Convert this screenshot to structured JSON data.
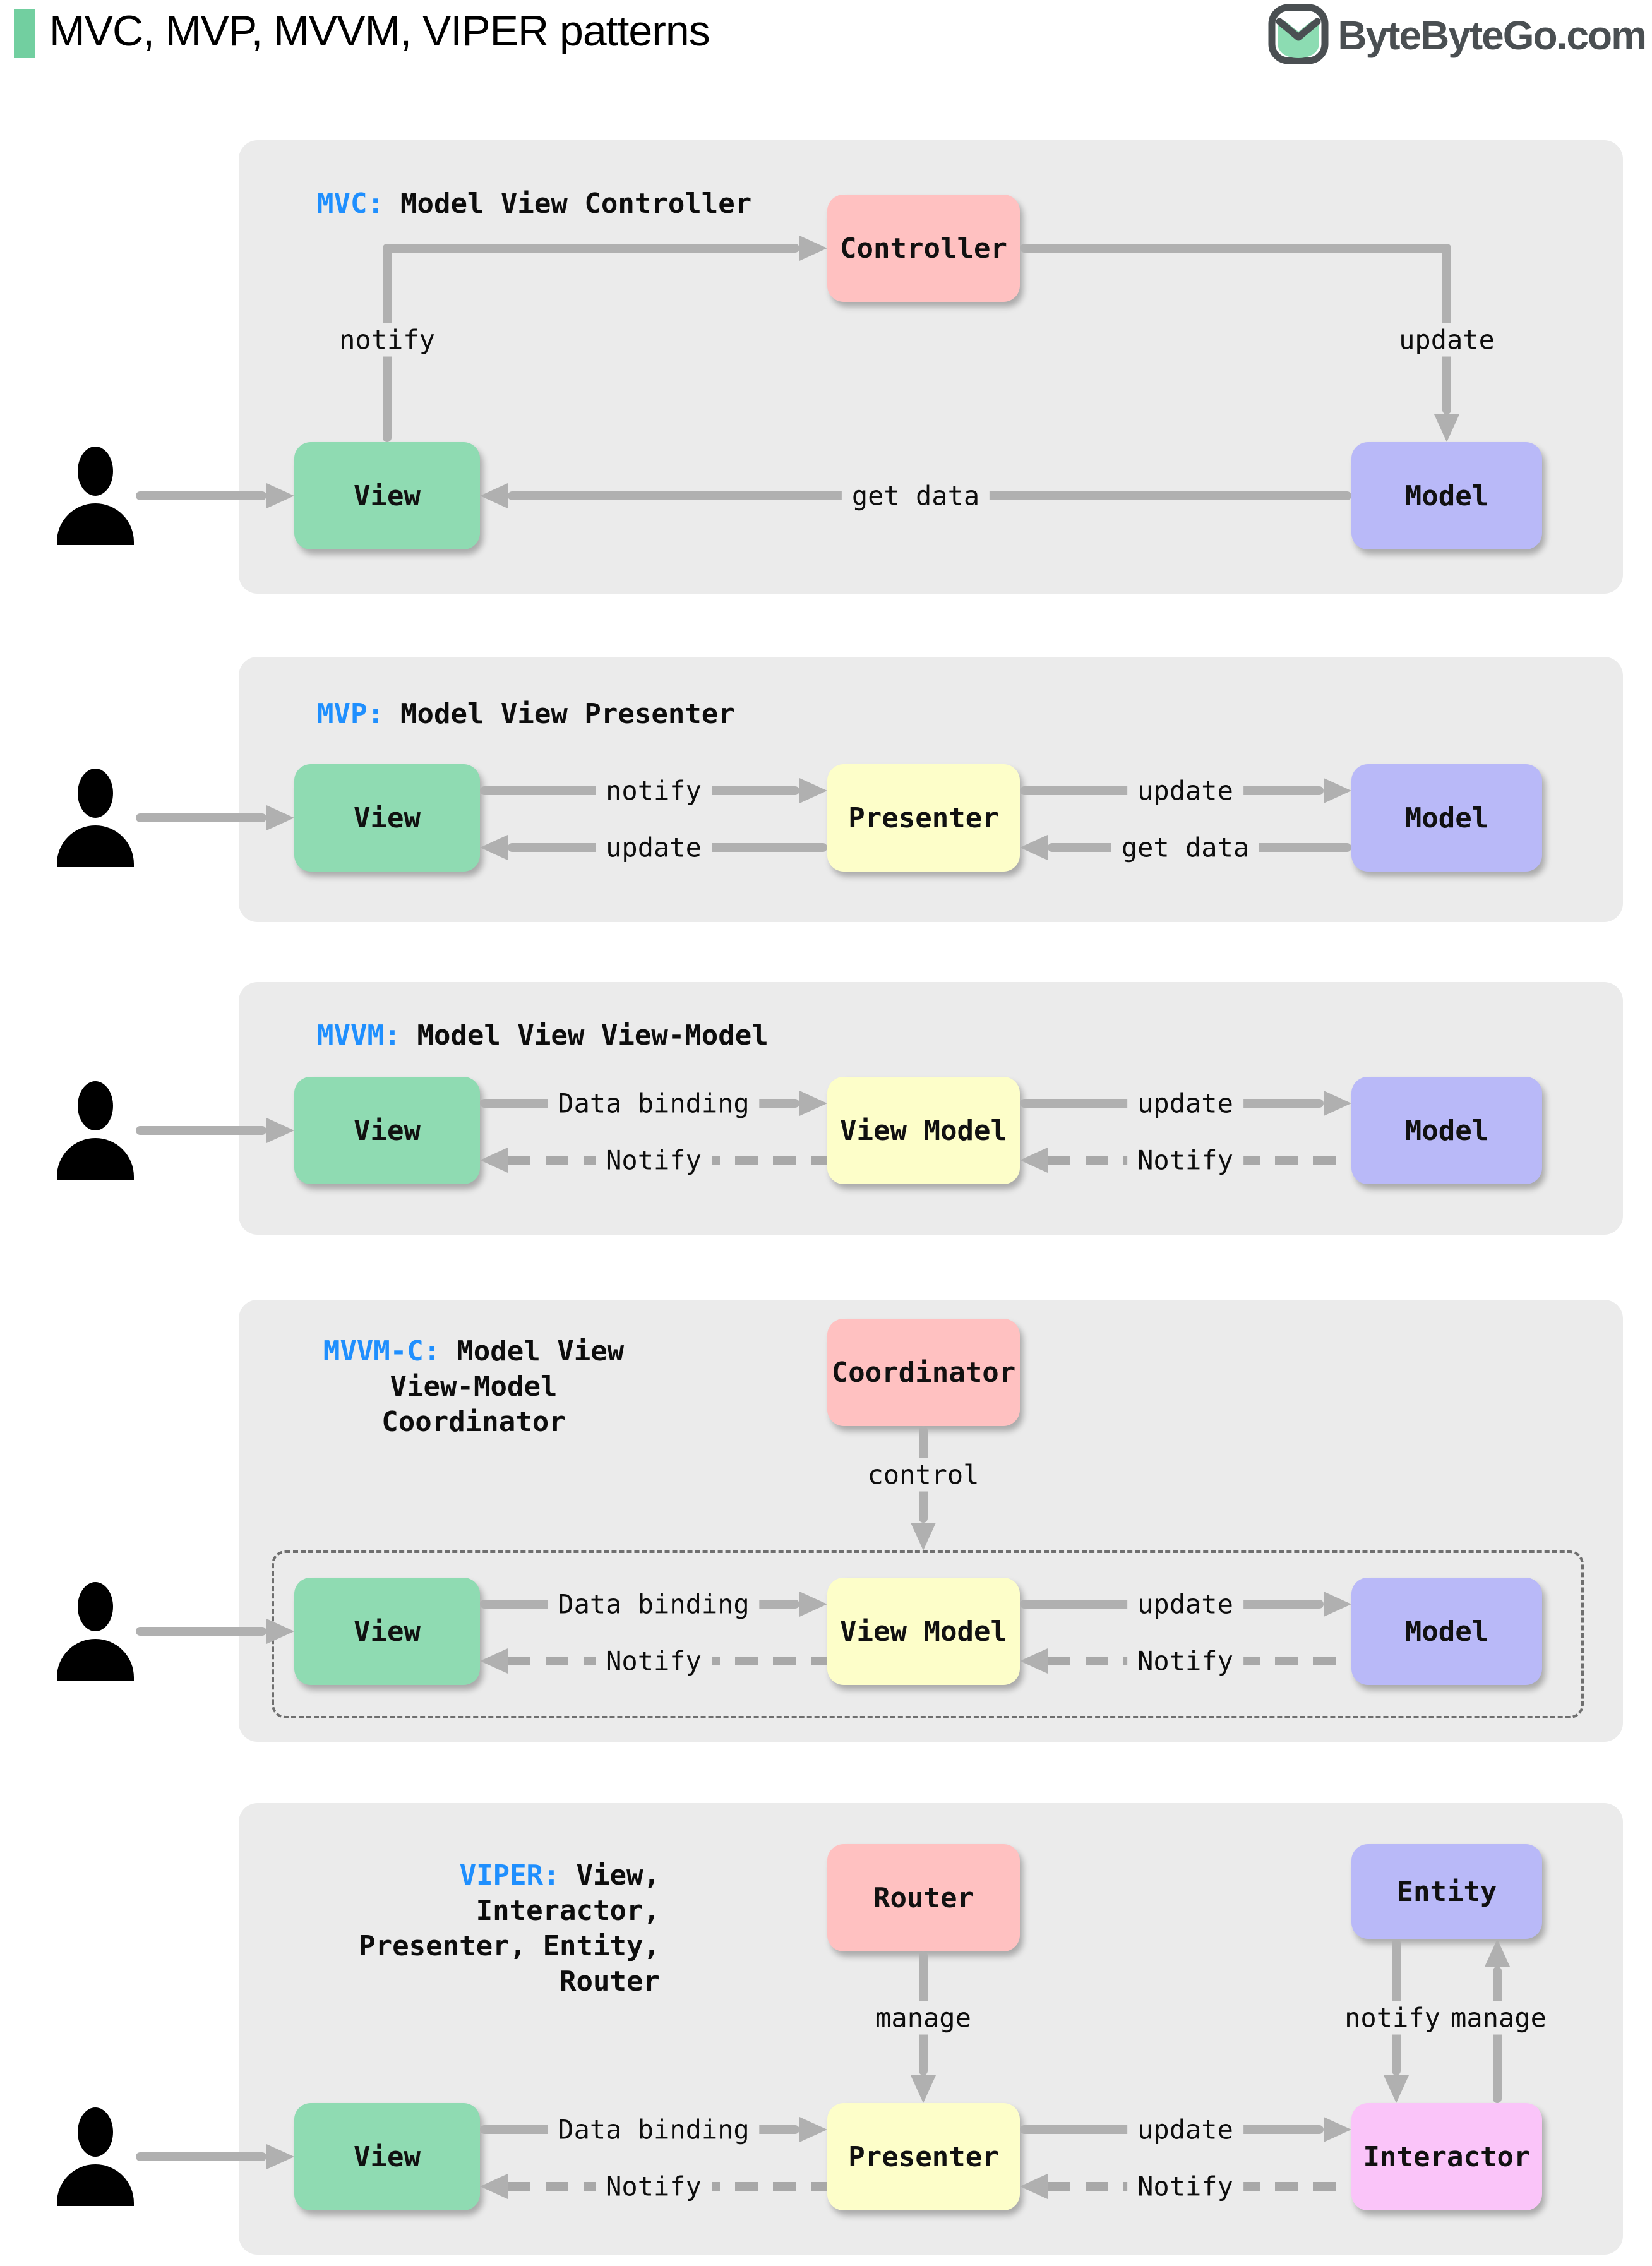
{
  "header": {
    "title": "MVC, MVP, MVVM, VIPER patterns",
    "logo_text": "ByteByteGo.com"
  },
  "colors": {
    "accent_green": "#72cfa0",
    "panel_bg": "#ebebeb",
    "box_green": "#8fdbb2",
    "box_pink": "#ffc1c1",
    "box_purple": "#b9b9f8",
    "box_yellow": "#fdfec9",
    "box_magenta": "#fac4f9",
    "arrow_gray": "#b0b0b0",
    "tag_blue": "#1f8ffe",
    "logo_gray": "#4a4f52"
  },
  "panels": {
    "mvc": {
      "tag": "MVC:",
      "title": "Model View Controller",
      "boxes": {
        "controller": "Controller",
        "view": "View",
        "model": "Model"
      },
      "edges": {
        "notify": "notify",
        "update": "update",
        "get_data": "get data"
      }
    },
    "mvp": {
      "tag": "MVP:",
      "title": "Model View Presenter",
      "boxes": {
        "view": "View",
        "presenter": "Presenter",
        "model": "Model"
      },
      "edges": {
        "notify": "notify",
        "update_view": "update",
        "update_model": "update",
        "get_data": "get data"
      }
    },
    "mvvm": {
      "tag": "MVVM:",
      "title": "Model View View-Model",
      "boxes": {
        "view": "View",
        "view_model": "View Model",
        "model": "Model"
      },
      "edges": {
        "data_binding": "Data binding",
        "notify_view": "Notify",
        "update": "update",
        "notify_vm": "Notify"
      }
    },
    "mvvmc": {
      "tag": "MVVM-C:",
      "title_line1": "Model View",
      "title_line2": "View-Model",
      "title_line3": "Coordinator",
      "boxes": {
        "coordinator": "Coordinator",
        "view": "View",
        "view_model": "View Model",
        "model": "Model"
      },
      "edges": {
        "control": "control",
        "data_binding": "Data binding",
        "notify_view": "Notify",
        "update": "update",
        "notify_vm": "Notify"
      }
    },
    "viper": {
      "tag": "VIPER:",
      "title_line1": "View, Interactor,",
      "title_line2": "Presenter, Entity,",
      "title_line3": "Router",
      "boxes": {
        "router": "Router",
        "entity": "Entity",
        "view": "View",
        "presenter": "Presenter",
        "interactor": "Interactor"
      },
      "edges": {
        "manage_router": "manage",
        "notify_entity": "notify",
        "manage_entity": "manage",
        "data_binding": "Data binding",
        "notify_view": "Notify",
        "update": "update",
        "notify_presenter": "Notify"
      }
    }
  }
}
